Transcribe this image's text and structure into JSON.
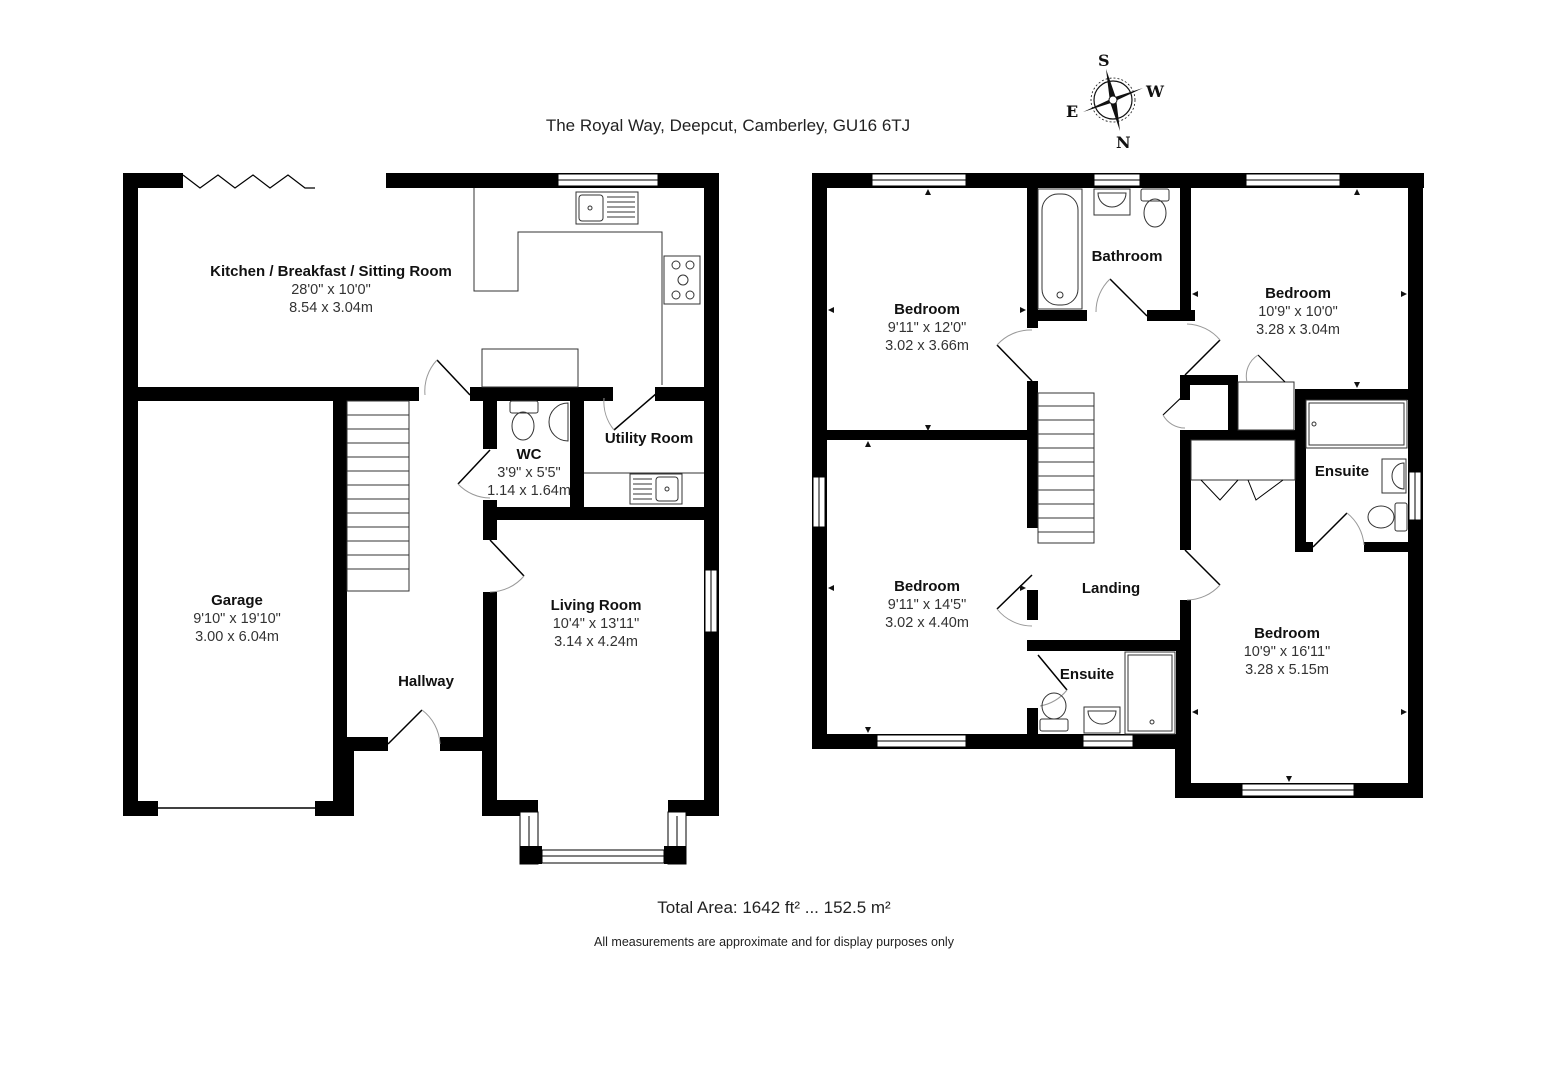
{
  "header": {
    "address": "The Royal Way, Deepcut, Camberley, GU16 6TJ"
  },
  "compass": {
    "top": "S",
    "right": "W",
    "bottom": "N",
    "left": "E"
  },
  "ground_floor": {
    "rooms": [
      {
        "name": "Kitchen / Breakfast / Sitting Room",
        "imperial": "28'0\" x 10'0\"",
        "metric": "8.54 x 3.04m"
      },
      {
        "name": "WC",
        "imperial": "3'9\" x 5'5\"",
        "metric": "1.14 x 1.64m"
      },
      {
        "name": "Utility Room"
      },
      {
        "name": "Garage",
        "imperial": "9'10\" x 19'10\"",
        "metric": "3.00 x 6.04m"
      },
      {
        "name": "Living Room",
        "imperial": "10'4\" x 13'11\"",
        "metric": "3.14 x 4.24m"
      },
      {
        "name": "Hallway"
      }
    ]
  },
  "first_floor": {
    "rooms": [
      {
        "name": "Bedroom",
        "imperial": "9'11\" x 12'0\"",
        "metric": "3.02 x 3.66m"
      },
      {
        "name": "Bathroom"
      },
      {
        "name": "Bedroom",
        "imperial": "10'9\" x 10'0\"",
        "metric": "3.28 x 3.04m"
      },
      {
        "name": "Ensuite"
      },
      {
        "name": "Bedroom",
        "imperial": "9'11\" x 14'5\"",
        "metric": "3.02 x 4.40m"
      },
      {
        "name": "Landing"
      },
      {
        "name": "Ensuite"
      },
      {
        "name": "Bedroom",
        "imperial": "10'9\" x 16'11\"",
        "metric": "3.28 x 5.15m"
      }
    ]
  },
  "footer": {
    "total_area": "Total Area: 1642 ft² ... 152.5 m²",
    "disclaimer": "All measurements are approximate and for display purposes only"
  }
}
